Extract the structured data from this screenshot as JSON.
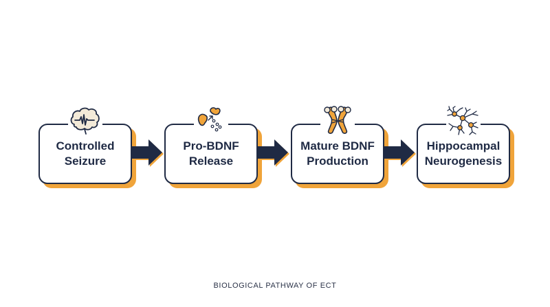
{
  "steps": [
    {
      "label": "Controlled\nSeizure",
      "icon": "brain-waveform-icon"
    },
    {
      "label": "Pro-BDNF\nRelease",
      "icon": "protein-cleavage-icon"
    },
    {
      "label": "Mature BDNF\nProduction",
      "icon": "bdnf-dimer-icon"
    },
    {
      "label": "Hippocampal\nNeurogenesis",
      "icon": "neuron-network-icon"
    }
  ],
  "caption": "BIOLOGICAL PATHWAY OF ECT",
  "colors": {
    "navy": "#1f2a44",
    "orange": "#f0a43a",
    "cream": "#f3ead8",
    "background": "#ffffff"
  }
}
